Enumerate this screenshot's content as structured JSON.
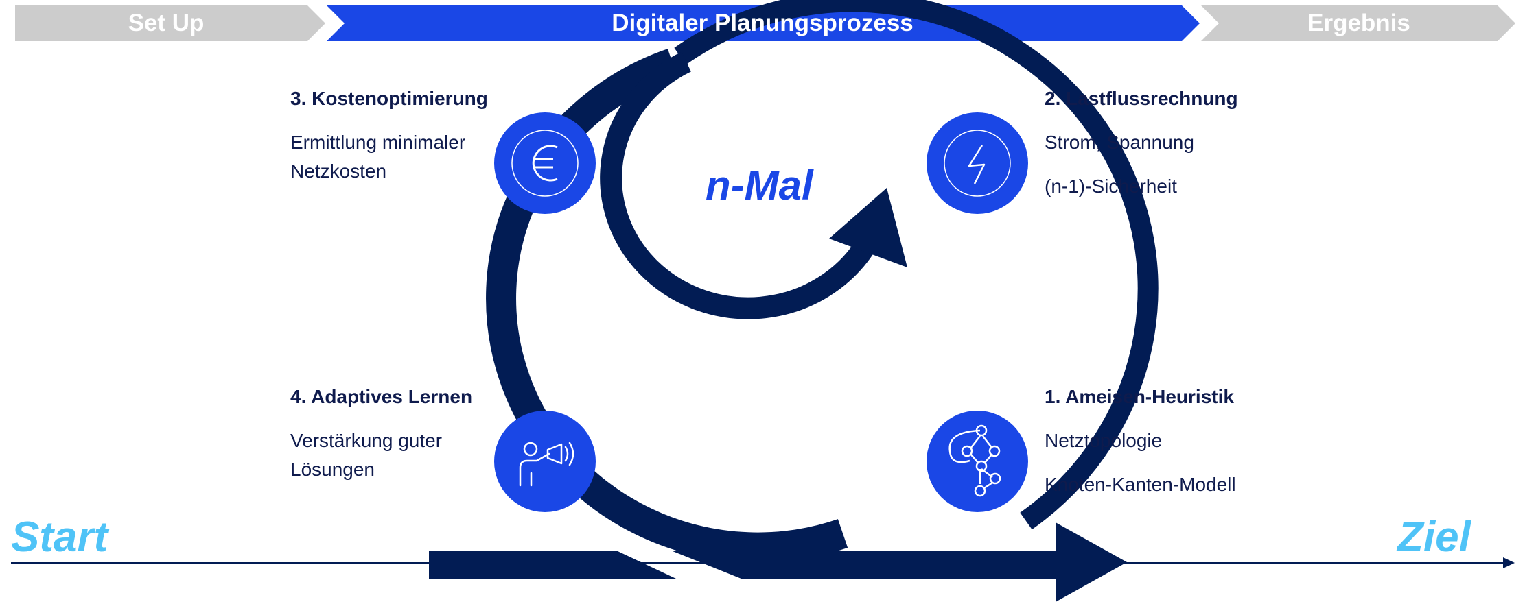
{
  "colors": {
    "navy": "#021c54",
    "blue": "#1a47e6",
    "grey": "#cccccc",
    "light_blue": "#4fc3f7",
    "text_dark": "#0f1b4d"
  },
  "phases": {
    "setup": "Set Up",
    "process": "Digitaler Planungsprozess",
    "result": "Ergebnis"
  },
  "loop_label": "n-Mal",
  "start_label": "Start",
  "end_label": "Ziel",
  "steps": {
    "cost": {
      "title": "3. Kostenoptimierung",
      "lines": [
        "Ermittlung minimaler",
        "Netzkosten"
      ],
      "icon": "euro-icon"
    },
    "loadflow": {
      "title": "2. Lastflussrechnung",
      "lines": [
        "Strom, Spannung",
        "(n-1)-Sicherheit"
      ],
      "icon": "lightning-icon"
    },
    "learning": {
      "title": "4. Adaptives Lernen",
      "lines": [
        "Verstärkung guter",
        "Lösungen"
      ],
      "icon": "teacher-megaphone-icon"
    },
    "ant": {
      "title": "1. Ameisen-Heuristik",
      "lines": [
        "Netztopologie",
        "Knoten-Kanten-Modell"
      ],
      "icon": "network-graph-icon"
    }
  }
}
